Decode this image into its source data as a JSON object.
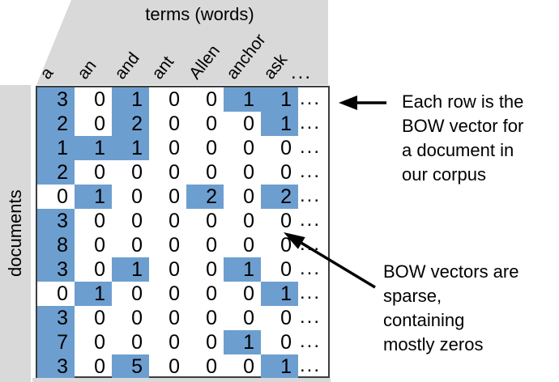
{
  "header": {
    "title": "terms (words)",
    "ellipsis": "..."
  },
  "side": {
    "label": "documents"
  },
  "columns": [
    "a",
    "an",
    "and",
    "ant",
    "Allen",
    "anchor",
    "ask"
  ],
  "matrix": {
    "row_ellipsis": "...",
    "rows": [
      [
        3,
        0,
        1,
        0,
        0,
        1,
        1
      ],
      [
        2,
        0,
        2,
        0,
        0,
        0,
        1
      ],
      [
        1,
        1,
        1,
        0,
        0,
        0,
        0
      ],
      [
        2,
        0,
        0,
        0,
        0,
        0,
        0
      ],
      [
        0,
        1,
        0,
        0,
        2,
        0,
        2
      ],
      [
        3,
        0,
        0,
        0,
        0,
        0,
        0
      ],
      [
        8,
        0,
        0,
        0,
        0,
        0,
        0
      ],
      [
        3,
        0,
        1,
        0,
        0,
        1,
        0
      ],
      [
        0,
        1,
        0,
        0,
        0,
        0,
        1
      ],
      [
        3,
        0,
        0,
        0,
        0,
        0,
        0
      ],
      [
        7,
        0,
        0,
        0,
        0,
        1,
        0
      ],
      [
        3,
        0,
        5,
        0,
        0,
        0,
        1
      ]
    ],
    "highlight_rule": "nonzero cells are highlighted"
  },
  "annotations": {
    "row_note": "Each row is the\nBOW vector for\na document in\nour corpus",
    "sparse_note": "BOW vectors are\nsparse,\ncontaining\nmostly zeros"
  },
  "colors": {
    "highlight": "#6d9ed0",
    "band": "#d9d9d9",
    "border": "#3d3d3d",
    "arrow": "#000000",
    "text": "#000000"
  }
}
